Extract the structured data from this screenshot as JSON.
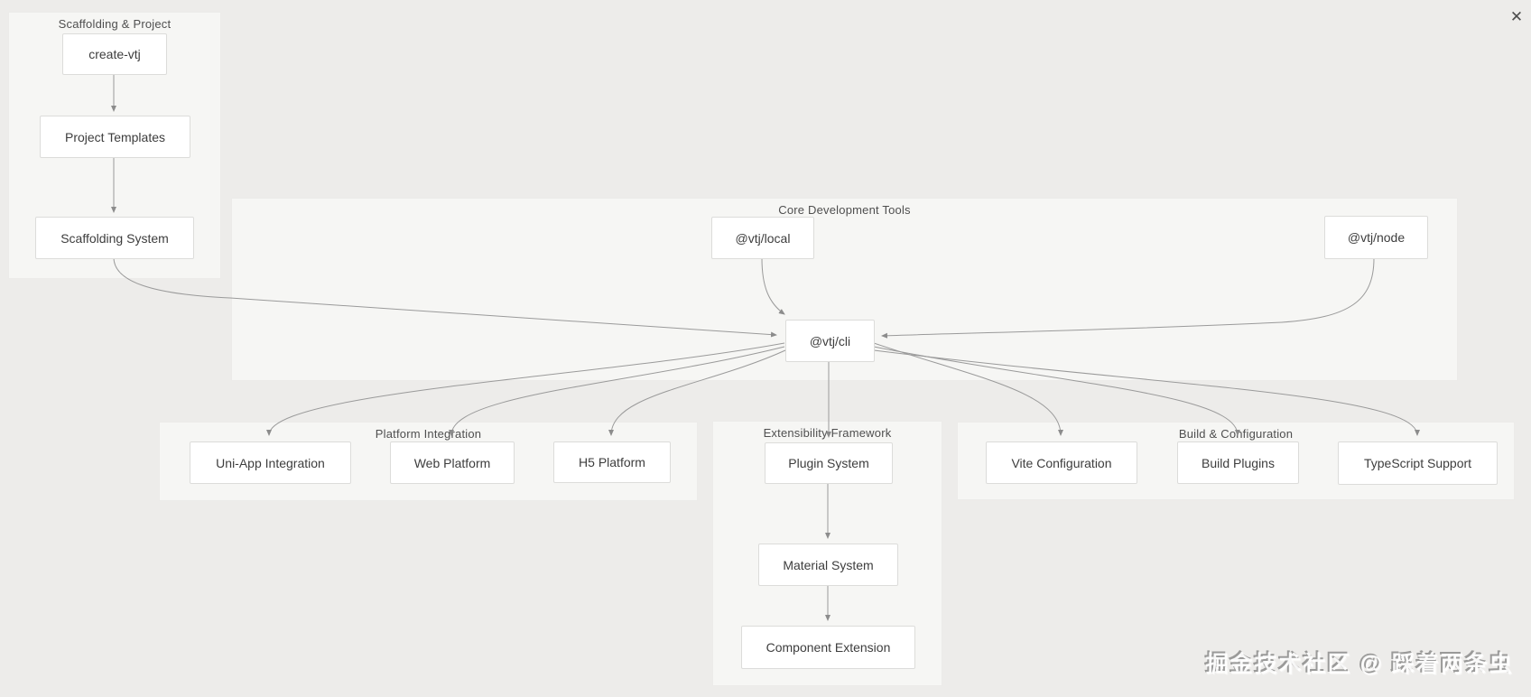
{
  "viewer": {
    "close_icon_glyph": "✕"
  },
  "watermark": {
    "text": "掘金技术社区 @ 踩着两条虫"
  },
  "colors": {
    "canvas_bg": "#edecea",
    "group_bg": "#f6f6f4",
    "node_bg": "#ffffff",
    "node_border": "#dcdcda",
    "edge_line": "#9a9a9a",
    "arrowhead": "#8c8c8c",
    "node_text": "#3d3d3d",
    "group_title_text": "#4f4f4f"
  },
  "groups": [
    {
      "id": "scaffolding-project",
      "title": "Scaffolding & Project",
      "nodes": [
        {
          "id": "create-vtj",
          "label": "create-vtj"
        },
        {
          "id": "project-templates",
          "label": "Project Templates"
        },
        {
          "id": "scaffolding-system",
          "label": "Scaffolding System"
        }
      ]
    },
    {
      "id": "core-development-tools",
      "title": "Core Development Tools",
      "nodes": [
        {
          "id": "vtj-local",
          "label": "@vtj/local"
        },
        {
          "id": "vtj-node",
          "label": "@vtj/node"
        },
        {
          "id": "vtj-cli",
          "label": "@vtj/cli"
        }
      ]
    },
    {
      "id": "platform-integration",
      "title": "Platform Integration",
      "nodes": [
        {
          "id": "uni-app-integration",
          "label": "Uni-App Integration"
        },
        {
          "id": "web-platform",
          "label": "Web Platform"
        },
        {
          "id": "h5-platform",
          "label": "H5 Platform"
        }
      ]
    },
    {
      "id": "extensibility-framework",
      "title": "Extensibility Framework",
      "nodes": [
        {
          "id": "plugin-system",
          "label": "Plugin System"
        },
        {
          "id": "material-system",
          "label": "Material System"
        },
        {
          "id": "component-extension",
          "label": "Component Extension"
        }
      ]
    },
    {
      "id": "build-configuration",
      "title": "Build & Configuration",
      "nodes": [
        {
          "id": "vite-configuration",
          "label": "Vite Configuration"
        },
        {
          "id": "build-plugins",
          "label": "Build Plugins"
        },
        {
          "id": "typescript-support",
          "label": "TypeScript Support"
        }
      ]
    }
  ],
  "edges": [
    {
      "from": "create-vtj",
      "to": "project-templates"
    },
    {
      "from": "project-templates",
      "to": "scaffolding-system"
    },
    {
      "from": "scaffolding-system",
      "to": "vtj-cli"
    },
    {
      "from": "vtj-local",
      "to": "vtj-cli"
    },
    {
      "from": "vtj-node",
      "to": "vtj-cli"
    },
    {
      "from": "vtj-cli",
      "to": "uni-app-integration"
    },
    {
      "from": "vtj-cli",
      "to": "web-platform"
    },
    {
      "from": "vtj-cli",
      "to": "h5-platform"
    },
    {
      "from": "vtj-cli",
      "to": "plugin-system"
    },
    {
      "from": "vtj-cli",
      "to": "vite-configuration"
    },
    {
      "from": "vtj-cli",
      "to": "build-plugins"
    },
    {
      "from": "vtj-cli",
      "to": "typescript-support"
    },
    {
      "from": "plugin-system",
      "to": "material-system"
    },
    {
      "from": "material-system",
      "to": "component-extension"
    }
  ]
}
